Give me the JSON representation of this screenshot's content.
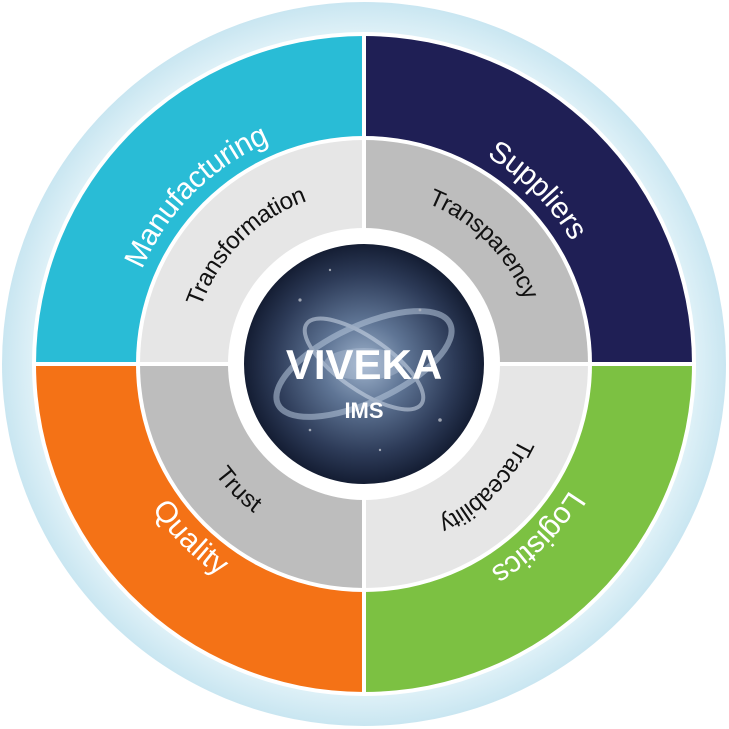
{
  "center": {
    "brand": "VIVEKA",
    "subtitle": "IMS"
  },
  "outer_segments": [
    {
      "label": "Manufacturing",
      "color": "#29bcd6"
    },
    {
      "label": "Suppliers",
      "color": "#1f1f55"
    },
    {
      "label": "Logistics",
      "color": "#7cc142"
    },
    {
      "label": "Quality",
      "color": "#f47216"
    }
  ],
  "inner_segments": [
    {
      "label": "Transformation",
      "color": "#e6e6e6"
    },
    {
      "label": "Transparency",
      "color": "#bdbdbd"
    },
    {
      "label": "Traceability",
      "color": "#e6e6e6"
    },
    {
      "label": "Trust",
      "color": "#bdbdbd"
    }
  ],
  "colors": {
    "outer_halo": "#dcf0f7",
    "divider": "#ffffff",
    "core_dark": "#1a2740",
    "core_light": "#6f86a8"
  }
}
